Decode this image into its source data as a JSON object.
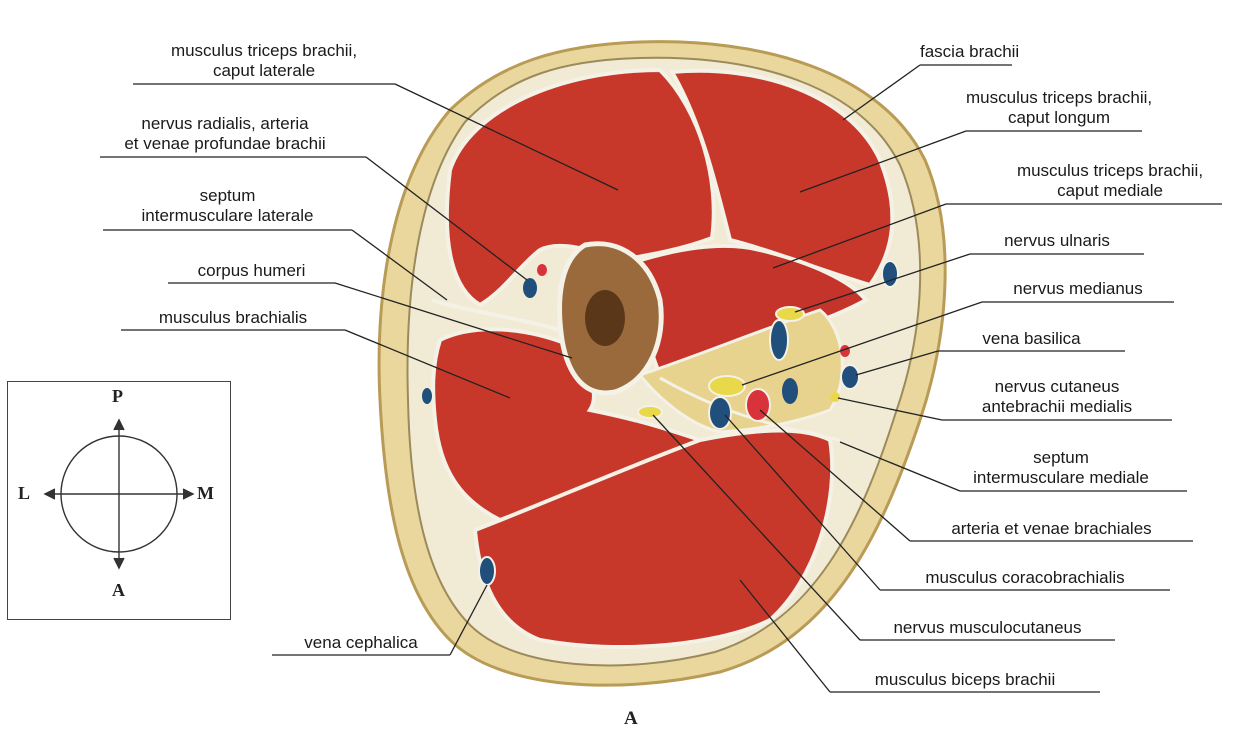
{
  "labels": {
    "triceps_laterale": [
      "musculus triceps brachii,",
      "caput laterale"
    ],
    "radialis": [
      "nervus radialis, arteria",
      "et venae profundae brachii"
    ],
    "septum_laterale": [
      "septum",
      "intermusculare laterale"
    ],
    "corpus_humeri": "corpus humeri",
    "brachialis": "musculus brachialis",
    "vena_cephalica": "vena cephalica",
    "fascia": "fascia brachii",
    "triceps_longum": [
      "musculus triceps brachii,",
      "caput longum"
    ],
    "triceps_mediale": [
      "musculus triceps brachii,",
      "caput mediale"
    ],
    "ulnaris": "nervus ulnaris",
    "medianus": "nervus medianus",
    "basilica": "vena basilica",
    "cutaneus": [
      "nervus cutaneus",
      "antebrachii medialis"
    ],
    "septum_mediale": [
      "septum",
      "intermusculare mediale"
    ],
    "brachiales": "arteria et venae brachiales",
    "coracobrachialis": "musculus coracobrachialis",
    "musculocutaneus": "nervus musculocutaneus",
    "biceps": "musculus biceps brachii"
  },
  "compass": {
    "top": "P",
    "bottom": "A",
    "left": "L",
    "right": "M"
  },
  "figure_letter": "A",
  "colors": {
    "fat": "#e9d79e",
    "fat_edge": "#c9b06a",
    "muscle": "#c8382a",
    "muscle_dark": "#9e2519",
    "fascia": "#f4f1e6",
    "bone": "#9a6a3c",
    "vein": "#1f4f7a",
    "artery": "#d8323a",
    "nerve": "#e8d84a"
  }
}
